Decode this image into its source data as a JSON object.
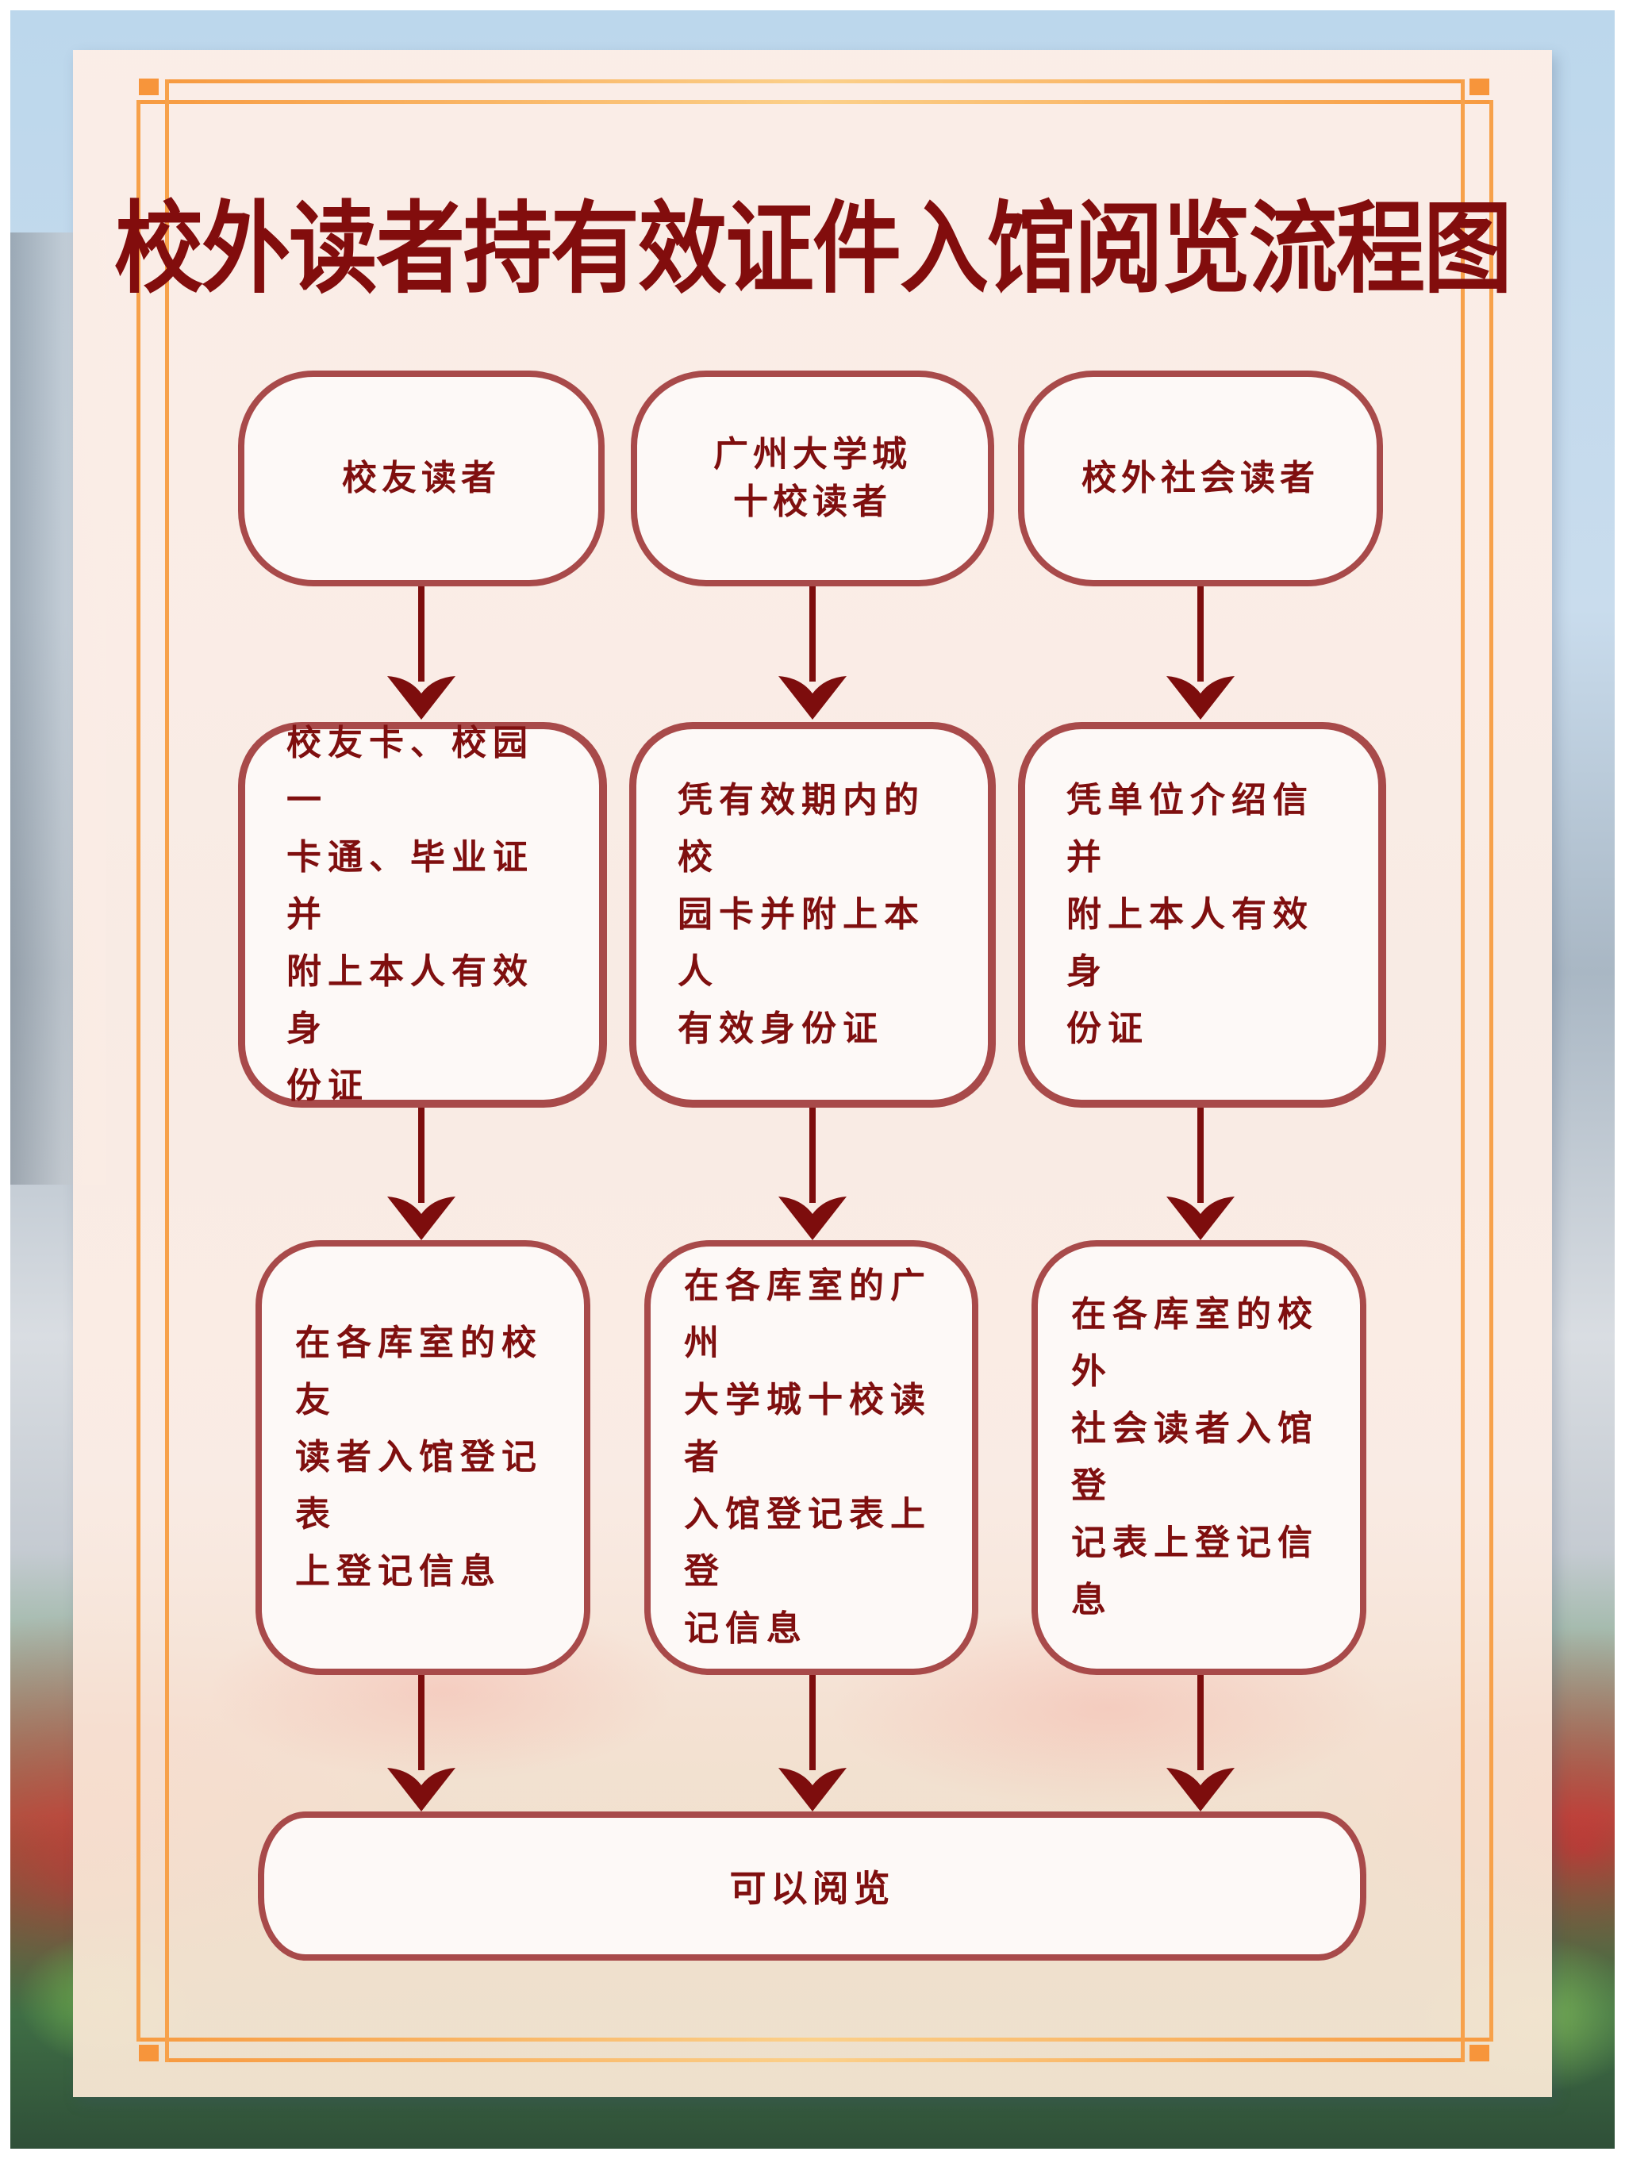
{
  "title": "校外读者持有效证件入馆阅览流程图",
  "colors": {
    "title": "#820d0d",
    "text": "#7f0f0f",
    "border": "#a84a4a",
    "arrow": "#7d0d0d",
    "frame": "#f7a14a",
    "panel": "#fcede6"
  },
  "columns": [
    {
      "reader_type": "校友读者",
      "credentials": "校友卡、校园一\n卡通、毕业证并\n附上本人有效身\n份证",
      "registration": "在各库室的校友\n读者入馆登记表\n上登记信息"
    },
    {
      "reader_type": "广州大学城\n十校读者",
      "credentials": "凭有效期内的校\n园卡并附上本人\n有效身份证",
      "registration": "在各库室的广州\n大学城十校读者\n入馆登记表上登\n记信息"
    },
    {
      "reader_type": "校外社会读者",
      "credentials": "凭单位介绍信并\n附上本人有效身\n份证",
      "registration": "在各库室的校外\n社会读者入馆登\n记表上登记信息"
    }
  ],
  "final_step": "可以阅览",
  "icons": {
    "arrow": "arrow-down-icon"
  }
}
